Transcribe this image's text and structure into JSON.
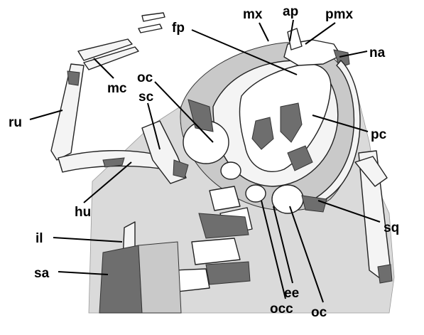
{
  "figure": {
    "colors": {
      "background": "#ffffff",
      "bone_light": "#f4f4f4",
      "bone_mid": "#c9c9c9",
      "bone_dark": "#6e6e6e",
      "matrix": "#dadada",
      "line": "#000000"
    },
    "labels": {
      "mx": "mx",
      "ap": "ap",
      "pmx": "pmx",
      "na": "na",
      "fp": "fp",
      "oc_upper": "oc",
      "mc": "mc",
      "sc": "sc",
      "ru": "ru",
      "pc": "pc",
      "hu": "hu",
      "il": "il",
      "sq": "sq",
      "sa": "sa",
      "ee": "ee",
      "oc_lower": "oc",
      "occ": "occ"
    }
  }
}
